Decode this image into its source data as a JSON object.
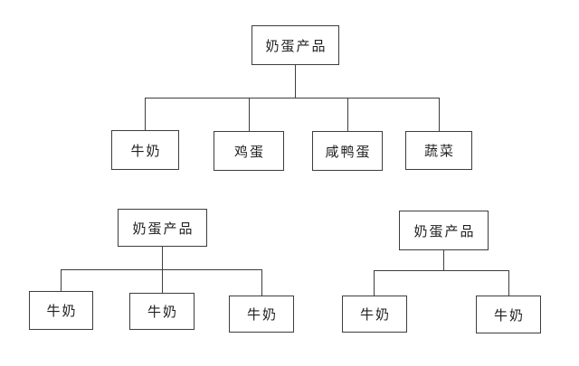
{
  "diagram": {
    "type": "tree",
    "background_color": "#ffffff",
    "line_color": "#3d3d3d",
    "box_border_color": "#3d3d3d",
    "text_color": "#1f1f1f",
    "trees": [
      {
        "name": "top-tree",
        "root": {
          "label": "奶蛋产品"
        },
        "children": [
          {
            "label": "牛奶"
          },
          {
            "label": "鸡蛋"
          },
          {
            "label": "咸鸭蛋"
          },
          {
            "label": "蔬菜"
          }
        ]
      },
      {
        "name": "bottom-left-tree",
        "root": {
          "label": "奶蛋产品"
        },
        "children": [
          {
            "label": "牛奶"
          },
          {
            "label": "牛奶"
          },
          {
            "label": "牛奶"
          }
        ]
      },
      {
        "name": "bottom-right-tree",
        "root": {
          "label": "奶蛋产品"
        },
        "children": [
          {
            "label": "牛奶"
          },
          {
            "label": "牛奶"
          }
        ]
      }
    ]
  }
}
